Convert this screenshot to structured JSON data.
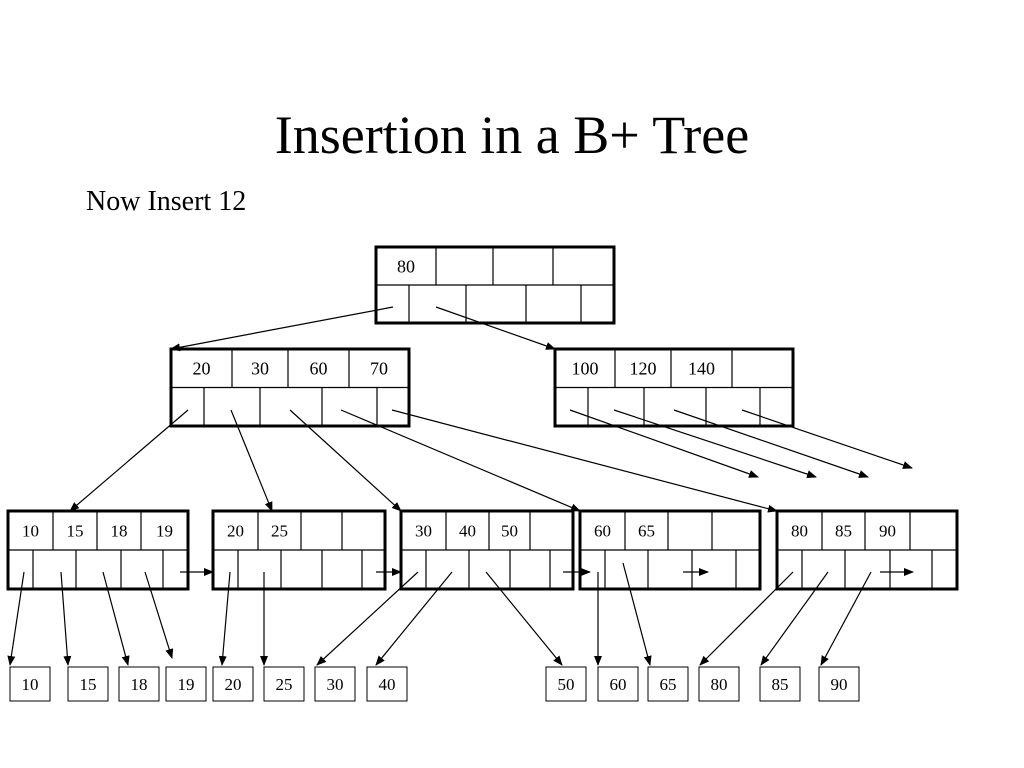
{
  "slide": {
    "title": "Insertion in a B+ Tree",
    "subtitle": "Now Insert 12"
  },
  "tree": {
    "root": {
      "keys": [
        "80",
        "",
        "",
        ""
      ]
    },
    "level1": [
      {
        "id": "i1",
        "keys": [
          "20",
          "30",
          "60",
          "70"
        ]
      },
      {
        "id": "i2",
        "keys": [
          "100",
          "120",
          "140",
          ""
        ]
      }
    ],
    "leaves": [
      {
        "id": "l1",
        "keys": [
          "10",
          "15",
          "18",
          "19"
        ]
      },
      {
        "id": "l2",
        "keys": [
          "20",
          "25",
          "",
          ""
        ]
      },
      {
        "id": "l3",
        "keys": [
          "30",
          "40",
          "50",
          ""
        ]
      },
      {
        "id": "l4",
        "keys": [
          "60",
          "65",
          "",
          ""
        ]
      },
      {
        "id": "l5",
        "keys": [
          "80",
          "85",
          "90",
          ""
        ]
      }
    ],
    "records": [
      "10",
      "15",
      "18",
      "19",
      "20",
      "25",
      "30",
      "40",
      "50",
      "60",
      "65",
      "80",
      "85",
      "90"
    ]
  }
}
